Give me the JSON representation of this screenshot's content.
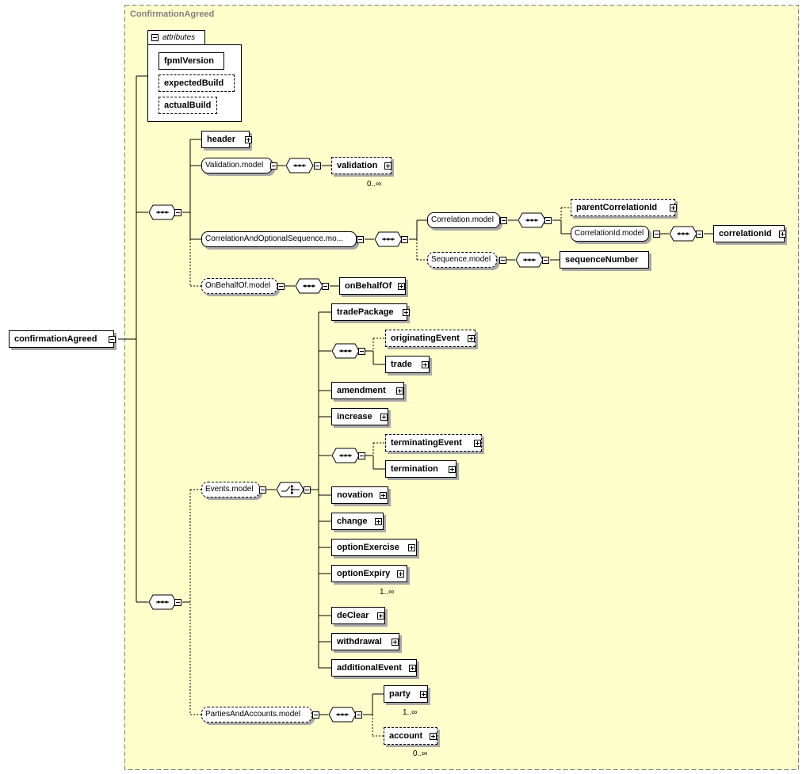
{
  "frame_title": "ConfirmationAgreed",
  "root": {
    "label": "confirmationAgreed"
  },
  "attributes": {
    "title": "attributes",
    "items": [
      {
        "label": "fpmlVersion",
        "optional": false
      },
      {
        "label": "expectedBuild",
        "optional": true
      },
      {
        "label": "actualBuild",
        "optional": true
      }
    ]
  },
  "groups": {
    "validation_model": "Validation.model",
    "correlation_seq_model": "CorrelationAndOptionalSequence.mo...",
    "correlation_model": "Correlation.model",
    "correlation_id_model": "CorrelationId.model",
    "sequence_model": "Sequence.model",
    "on_behalf_model": "OnBehalfOf.model",
    "events_model": "Events.model",
    "parties_model": "PartiesAndAccounts.model"
  },
  "elements": {
    "header": "header",
    "validation": "validation",
    "parent_correlation_id": "parentCorrelationId",
    "correlation_id": "correlationId",
    "sequence_number": "sequenceNumber",
    "on_behalf_of": "onBehalfOf",
    "trade_package": "tradePackage",
    "originating_event": "originatingEvent",
    "trade": "trade",
    "amendment": "amendment",
    "increase": "increase",
    "terminating_event": "terminatingEvent",
    "termination": "termination",
    "novation": "novation",
    "change": "change",
    "option_exercise": "optionExercise",
    "option_expiry": "optionExpiry",
    "de_clear": "deClear",
    "withdrawal": "withdrawal",
    "additional_event": "additionalEvent",
    "party": "party",
    "account": "account"
  },
  "multiplicities": {
    "validation": "0..∞",
    "option_expiry": "1..∞",
    "party": "1..∞",
    "account": "0..∞"
  },
  "colors": {
    "frame_fill": "#ffffcc",
    "frame_border": "#808080",
    "shadow": "#a8a8a8"
  }
}
